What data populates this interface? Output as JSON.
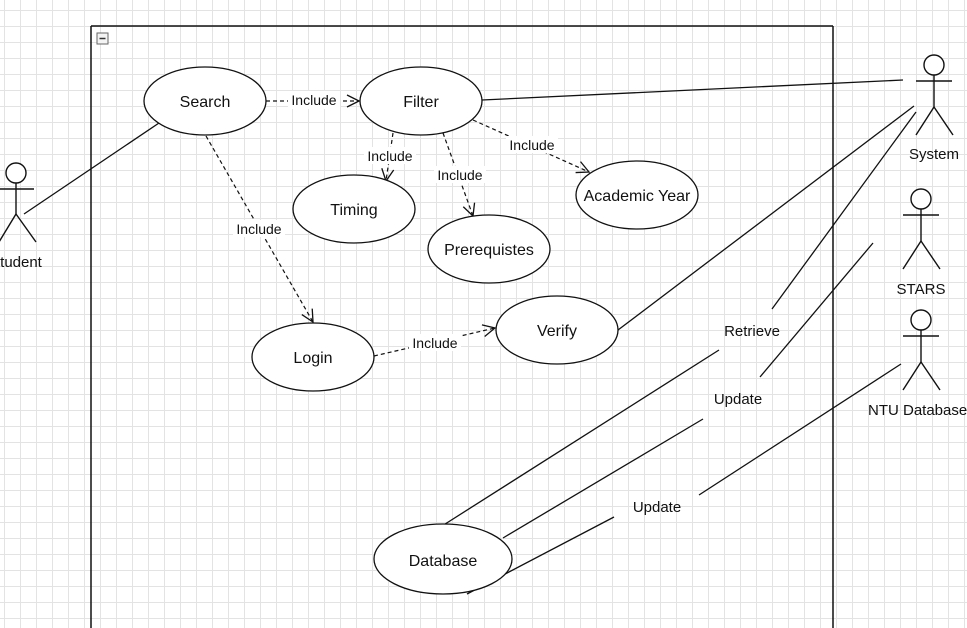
{
  "diagram": {
    "use_cases": {
      "search": "Search",
      "filter": "Filter",
      "timing": "Timing",
      "prerequisites": "Prerequistes",
      "academic_year": "Academic Year",
      "login": "Login",
      "verify": "Verify",
      "database": "Database"
    },
    "actors": {
      "student": "Student",
      "system": "System",
      "stars": "STARS",
      "ntu_database": "NTU Database"
    },
    "edge_labels": {
      "search_filter": "Include",
      "filter_timing": "Include",
      "filter_prereq": "Include",
      "filter_academic": "Include",
      "search_login": "Include",
      "login_verify": "Include",
      "retrieve": "Retrieve",
      "update_stars": "Update",
      "update_ntu": "Update"
    },
    "colors": {
      "line": "#111111",
      "grid": "#e3e3e3",
      "background": "#ffffff"
    }
  }
}
